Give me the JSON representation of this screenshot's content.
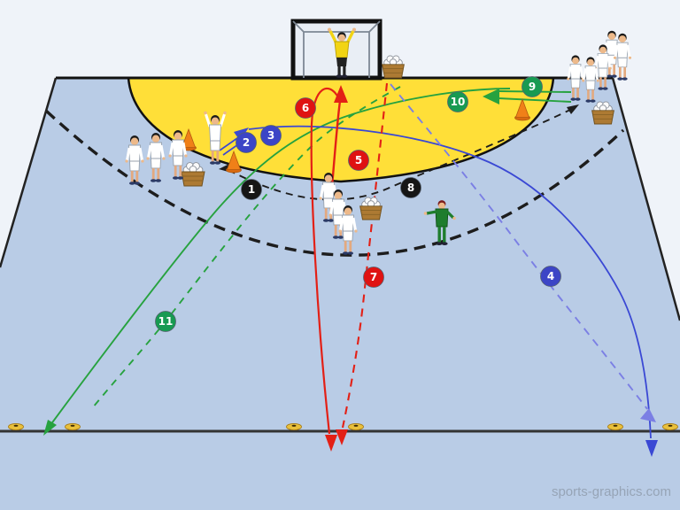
{
  "diagram": {
    "type": "handball-training-drill",
    "watermark": "sports-graphics.com",
    "step_badges": [
      {
        "label": "1",
        "color": "#161616"
      },
      {
        "label": "2",
        "color": "#3c45c6"
      },
      {
        "label": "3",
        "color": "#3c45c6"
      },
      {
        "label": "4",
        "color": "#3c45c6"
      },
      {
        "label": "5",
        "color": "#df1212"
      },
      {
        "label": "6",
        "color": "#df1212"
      },
      {
        "label": "7",
        "color": "#df1212"
      },
      {
        "label": "8",
        "color": "#161616"
      },
      {
        "label": "9",
        "color": "#189a52"
      },
      {
        "label": "10",
        "color": "#189a52"
      },
      {
        "label": "11",
        "color": "#189a52"
      }
    ],
    "colors": {
      "court_floor": "#b9cce6",
      "goal_area": "#ffdf38",
      "outside": "#eff3f9",
      "red_path": "#e32016",
      "blue_path": "#3a48d4",
      "blue_dashed_path": "#7b7fe4",
      "green_path": "#27a23f",
      "black_path": "#1d1d1d",
      "cone": "#f08018",
      "floor_marker": "#e9c03b"
    }
  }
}
